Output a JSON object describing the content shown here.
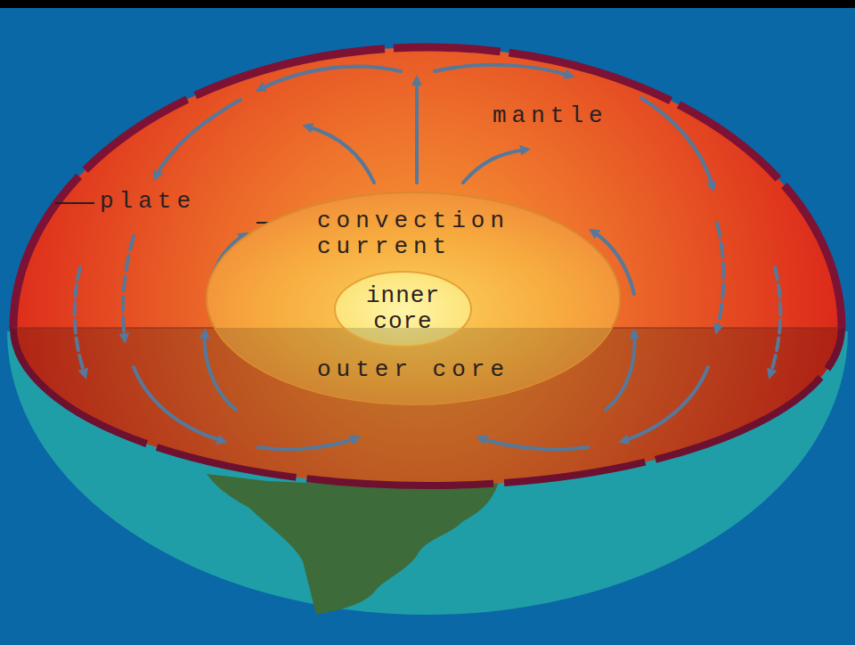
{
  "diagram": {
    "nodes": [
      {
        "text": [
          "outer core"
        ]
      },
      {
        "text": [
          "inner core"
        ],
        "in": 0
      }
    ],
    "labels": [
      "mantle",
      "plate",
      "convection current"
    ]
  }
}
